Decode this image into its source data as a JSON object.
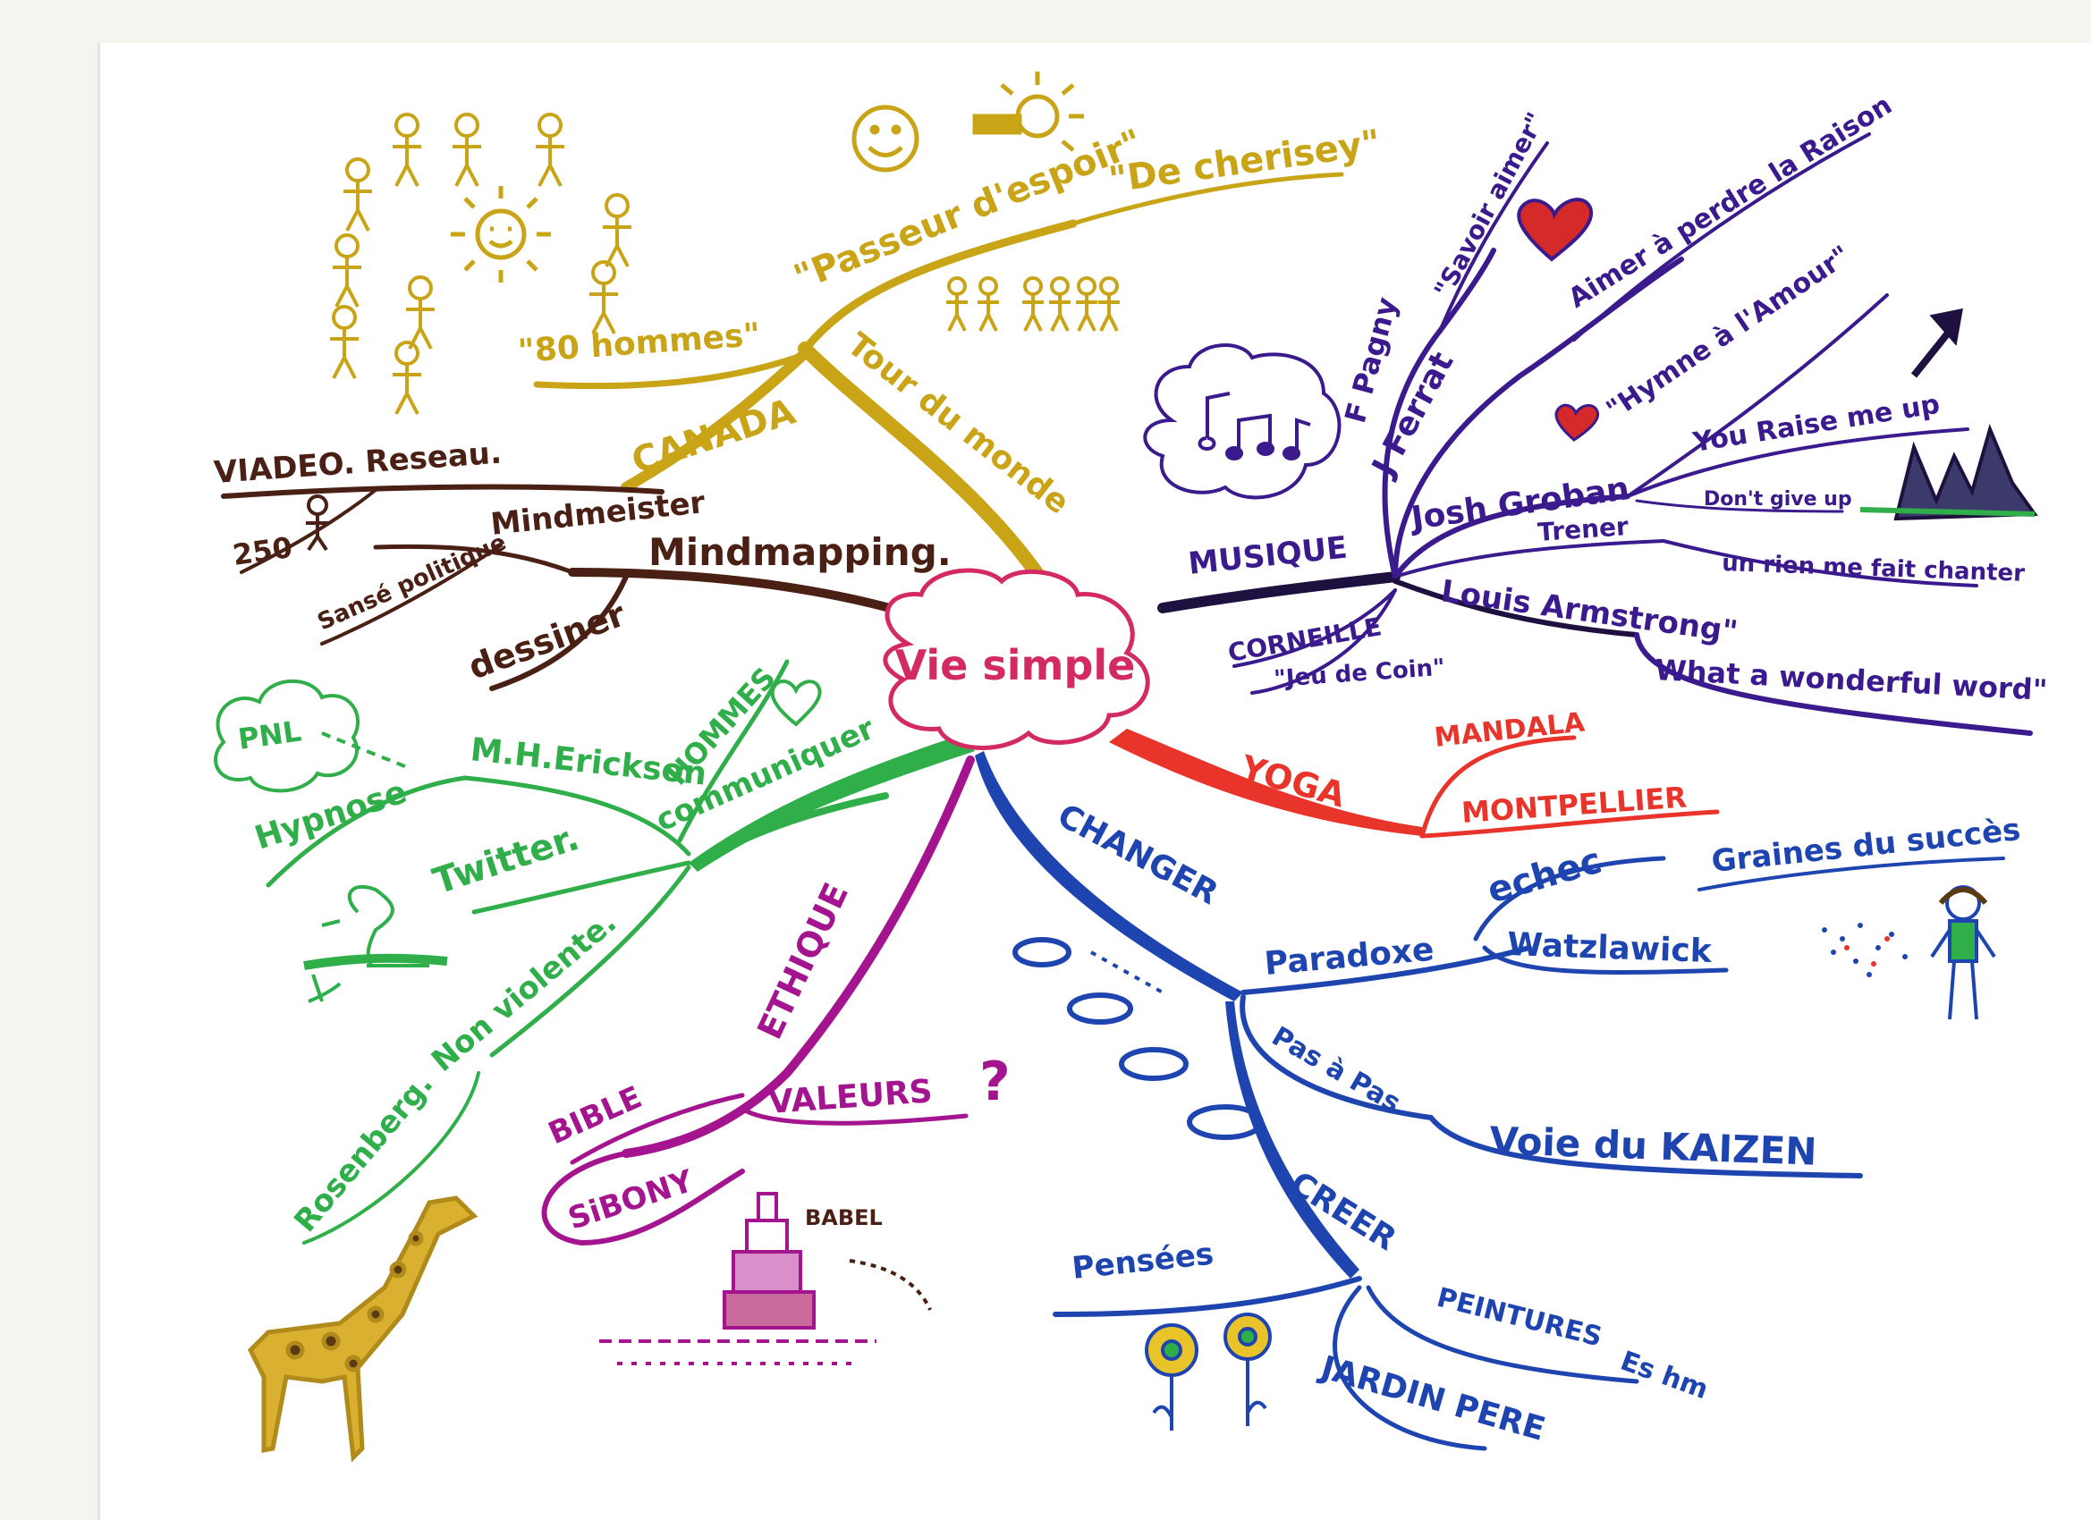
{
  "colors": {
    "gold": "#c9a417",
    "brown": "#4a1f14",
    "purple": "#3a1a8c",
    "red": "#e8342a",
    "blue": "#1e44b0",
    "green": "#2fae4a",
    "magenta": "#a4148f",
    "pink": "#d42a63"
  },
  "center": {
    "label": "Vie simple"
  },
  "gold": {
    "canada": "CANADA",
    "hommes": "\"80 hommes\"",
    "passeur": "\"Passeur d'espoir\"",
    "cherisey": "\"De cherisey\"",
    "tour": "Tour du monde"
  },
  "brown": {
    "mindmapping": "Mindmapping.",
    "viadeo": "VIADEO. Reseau.",
    "count": "250",
    "mindmeister": "Mindmeister",
    "sans": "Sansé politique",
    "dessiner": "dessiner"
  },
  "purple": {
    "musique": "MUSIQUE",
    "fpagny": "F Pagny",
    "savoir": "\"Savoir aimer\"",
    "jferrat": "J Ferrat",
    "aimer": "Aimer à perdre la Raison",
    "josh": "Josh Groban",
    "hymne": "\"Hymne à l'Amour\"",
    "raise": "You Raise me up",
    "dont": "Don't give up",
    "trener": "Trener",
    "rien": "un rien me fait chanter",
    "louis": "Louis Armstrong\"",
    "wonderful": "What a wonderful word\"",
    "corneille": "CORNEILLE",
    "coin": "\"Jeu de Coin\""
  },
  "red": {
    "yoga": "YOGA",
    "mandala": "MANDALA",
    "montpellier": "MONTPELLIER"
  },
  "green": {
    "communiquer": "communiquer",
    "hommes": "HOMMES",
    "erickson": "M.H.Erickson",
    "hypnose": "Hypnose",
    "pnl": "PNL",
    "twitter": "Twitter.",
    "nonviolente": "Non violente.",
    "rosenberg": "Rosenberg."
  },
  "magenta": {
    "ethique": "ETHIQUE",
    "valeurs": "VALEURS",
    "q": "?",
    "bible": "BIBLE",
    "sibony": "SiBONY",
    "babel": "BABEL"
  },
  "blue": {
    "changer": "CHANGER",
    "paradoxe": "Paradoxe",
    "echec": "echec",
    "graines": "Graines du succès",
    "watzlawick": "Watzlawick",
    "pas": "Pas à Pas",
    "kaizen": "Voie du KAIZEN",
    "creer": "CREER",
    "pensees": "Pensées",
    "peintures": "PEINTURES",
    "eshm": "Es hm",
    "jardin": "JARDIN PERE"
  }
}
